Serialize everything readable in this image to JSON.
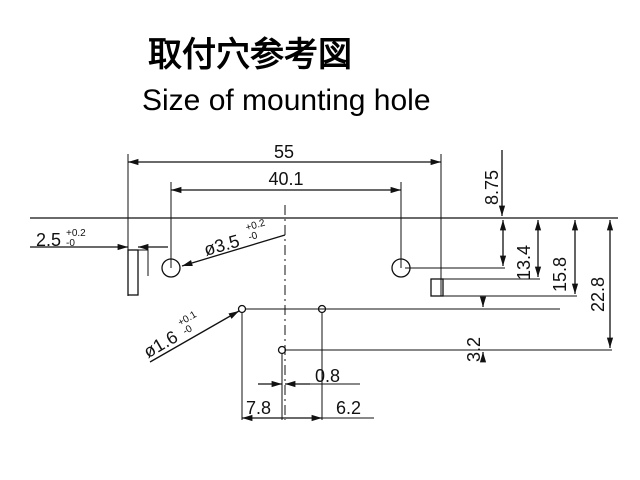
{
  "title": {
    "japanese": "取付穴参考図",
    "english": "Size of mounting hole"
  },
  "dimensions": {
    "width_55": "55",
    "width_40_1": "40.1",
    "edge_2_5": "2.5",
    "edge_2_5_tol_upper": "+0.2",
    "edge_2_5_tol_lower": "-0",
    "hole_3_5": "ø3.5",
    "hole_3_5_tol_upper": "+0.2",
    "hole_3_5_tol_lower": "-0",
    "hole_1_6": "ø1.6",
    "hole_1_6_tol_upper": "+0.1",
    "hole_1_6_tol_lower": "-0",
    "v_8_75": "8.75",
    "v_13_4": "13.4",
    "v_15_8": "15.8",
    "v_22_8": "22.8",
    "v_3_2": "3.2",
    "h_0_8": "0.8",
    "h_7_8": "7.8",
    "h_6_2": "6.2"
  }
}
